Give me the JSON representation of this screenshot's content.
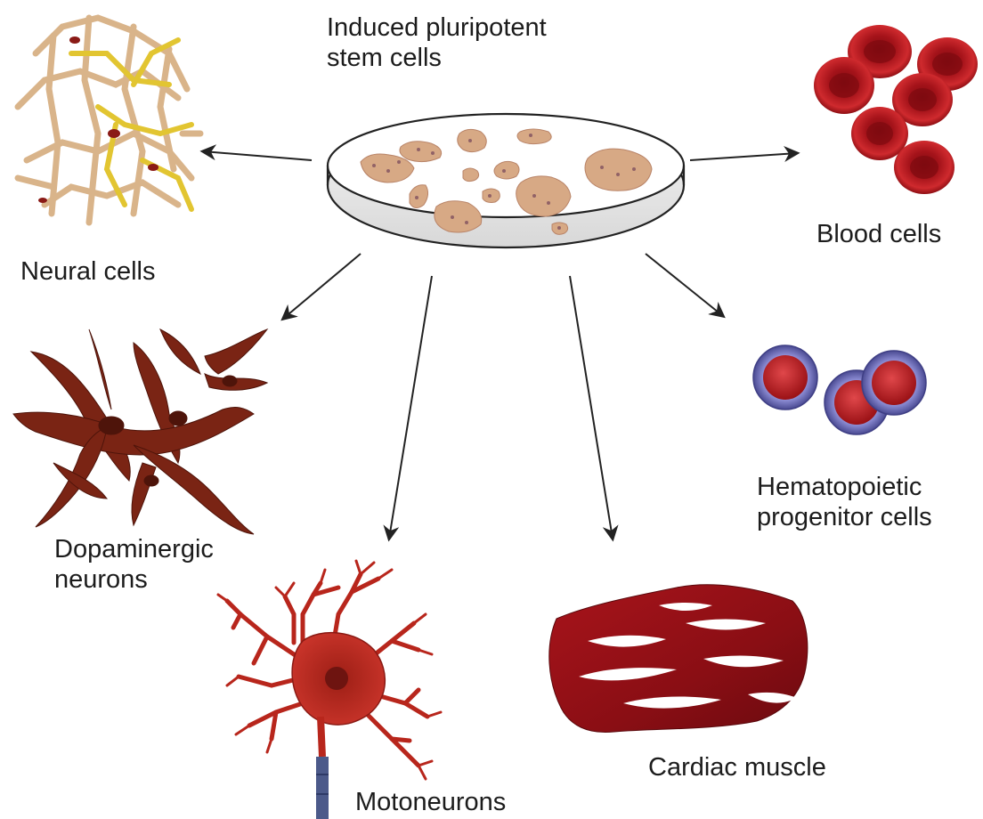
{
  "diagram": {
    "source": {
      "label": "Induced pluripotent\nstem cells",
      "icon": "petri-dish-icon"
    },
    "targets": [
      {
        "id": "neural",
        "label": "Neural cells",
        "icon": "neural-cells-icon"
      },
      {
        "id": "blood",
        "label": "Blood cells",
        "icon": "blood-cells-icon"
      },
      {
        "id": "dopaminergic",
        "label": "Dopaminergic\nneurons",
        "icon": "dopaminergic-neurons-icon"
      },
      {
        "id": "hematopoietic",
        "label": "Hematopoietic\nprogenitor cells",
        "icon": "hematopoietic-cells-icon"
      },
      {
        "id": "motoneurons",
        "label": "Motoneurons",
        "icon": "motoneuron-icon"
      },
      {
        "id": "cardiac",
        "label": "Cardiac muscle",
        "icon": "cardiac-muscle-icon"
      }
    ],
    "colors": {
      "arrow": "#222222",
      "blood_red": "#b8141c",
      "neural_yellow": "#e2c531",
      "neural_tan": "#d9b48a",
      "dopaminergic_brown": "#7a2414",
      "motoneuron_red": "#b8261c",
      "cardiac_red": "#8e1016",
      "progenitor_ring": "#6f6fb8",
      "colony": "#d7a985"
    }
  }
}
